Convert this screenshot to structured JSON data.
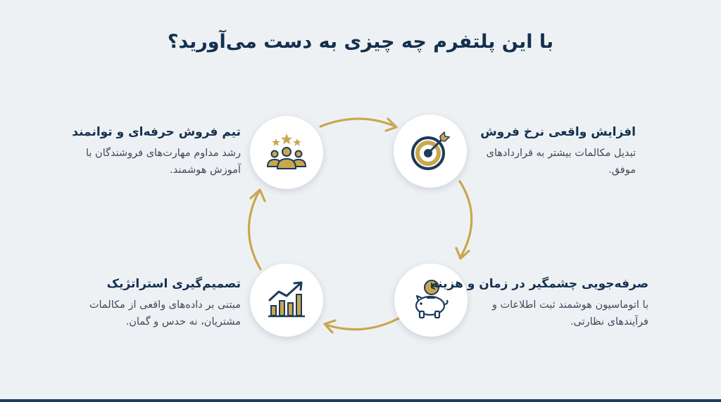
{
  "title": "با این پلتفرم چه چیزی به دست می‌آورید؟",
  "colors": {
    "gold": "#c9a74e",
    "navy": "#1d3a5a",
    "background": "#eef1f4"
  },
  "items": [
    {
      "title": "افزایش واقعی نرخ فروش",
      "description": "تبدیل مکالمات بیشتر به قراردادهای موفق.",
      "icon": "target-icon"
    },
    {
      "title": "صرفه‌جویی چشمگیر در زمان و هزینه",
      "description": "با اتوماسیون هوشمند ثبت اطلاعات و فرآیندهای نظارتی.",
      "icon": "piggy-bank-clock-icon"
    },
    {
      "title": "تصمیم‌گیری استراتژیک",
      "description": "مبتنی بر داده‌های واقعی از مکالمات مشتریان، نه حدس و گمان.",
      "icon": "growth-chart-icon"
    },
    {
      "title": "تیم فروش حرفه‌ای و توانمند",
      "description": "رشد مداوم مهارت‌های فروشندگان با آموزش هوشمند.",
      "icon": "team-stars-icon"
    }
  ]
}
